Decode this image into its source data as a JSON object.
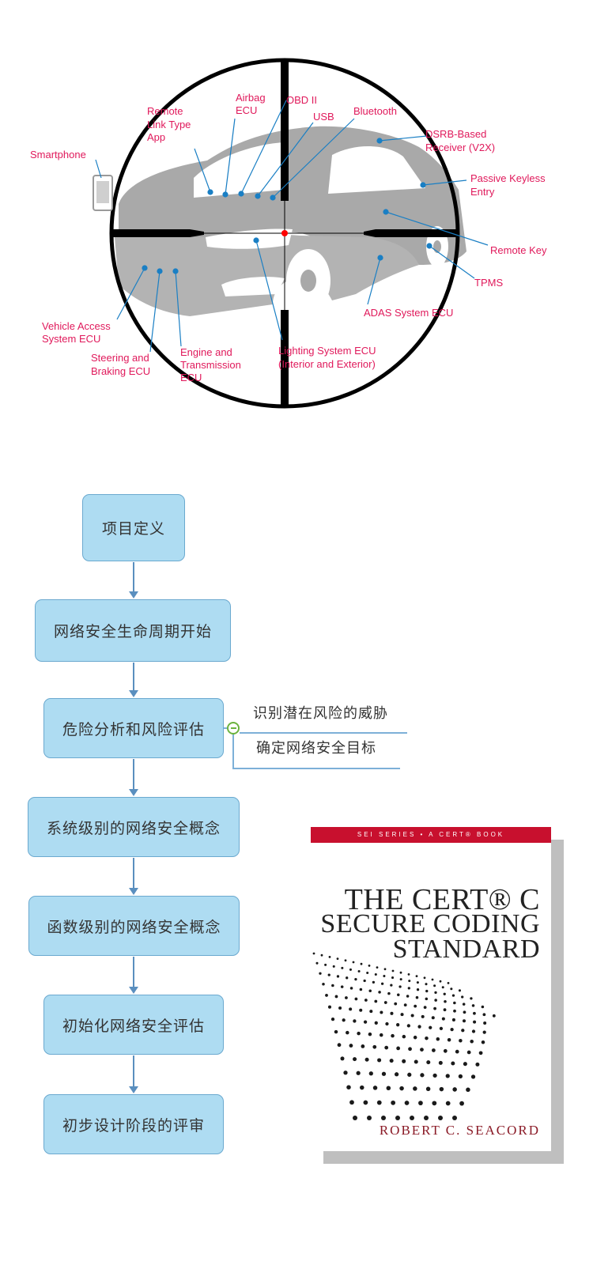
{
  "scope_diagram": {
    "labels": {
      "smartphone": "Smartphone",
      "remote_link_1": "Remote",
      "remote_link_2": "Link Type",
      "remote_link_3": "App",
      "airbag_1": "Airbag",
      "airbag_2": "ECU",
      "obd": "OBD II",
      "usb": "USB",
      "bluetooth": "Bluetooth",
      "dsrb_1": "DSRB-Based",
      "dsrb_2": "Receiver (V2X)",
      "keyless_1": "Passive Keyless",
      "keyless_2": "Entry",
      "remote_key": "Remote Key",
      "tpms": "TPMS",
      "adas": "ADAS System ECU",
      "lighting_1": "Lighting System ECU",
      "lighting_2": "(Interior and Exterior)",
      "engine_1": "Engine and",
      "engine_2": "Transmission",
      "engine_3": "ECU",
      "steering_1": "Steering and",
      "steering_2": "Braking ECU",
      "vehicle_access_1": "Vehicle Access",
      "vehicle_access_2": "System ECU"
    },
    "colors": {
      "label": "#e0195b",
      "pointer": "#1a7fc4",
      "car": "#a9a9a9",
      "crosshair": "#000000",
      "center": "#ff0000"
    }
  },
  "flowchart": {
    "steps": [
      "项目定义",
      "网络安全生命周期开始",
      "危险分析和风险评估",
      "系统级别的网络安全概念",
      "函数级别的网络安全概念",
      "初始化网络安全评估",
      "初步设计阶段的评审"
    ],
    "branches": [
      "识别潜在风险的威胁",
      "确定网络安全目标"
    ],
    "colors": {
      "box_fill": "#aedcf2",
      "box_border": "#6ba9cf",
      "arrow": "#5a8fbf",
      "toggle": "#6cb33f"
    }
  },
  "book": {
    "series": "SEI SERIES • A CERT® BOOK",
    "title_1": "THE CERT® C",
    "title_2": "SECURE CODING",
    "title_3": "STANDARD",
    "author": "ROBERT C. SEACORD",
    "colors": {
      "band": "#c8102e",
      "author": "#8a1a26"
    }
  }
}
